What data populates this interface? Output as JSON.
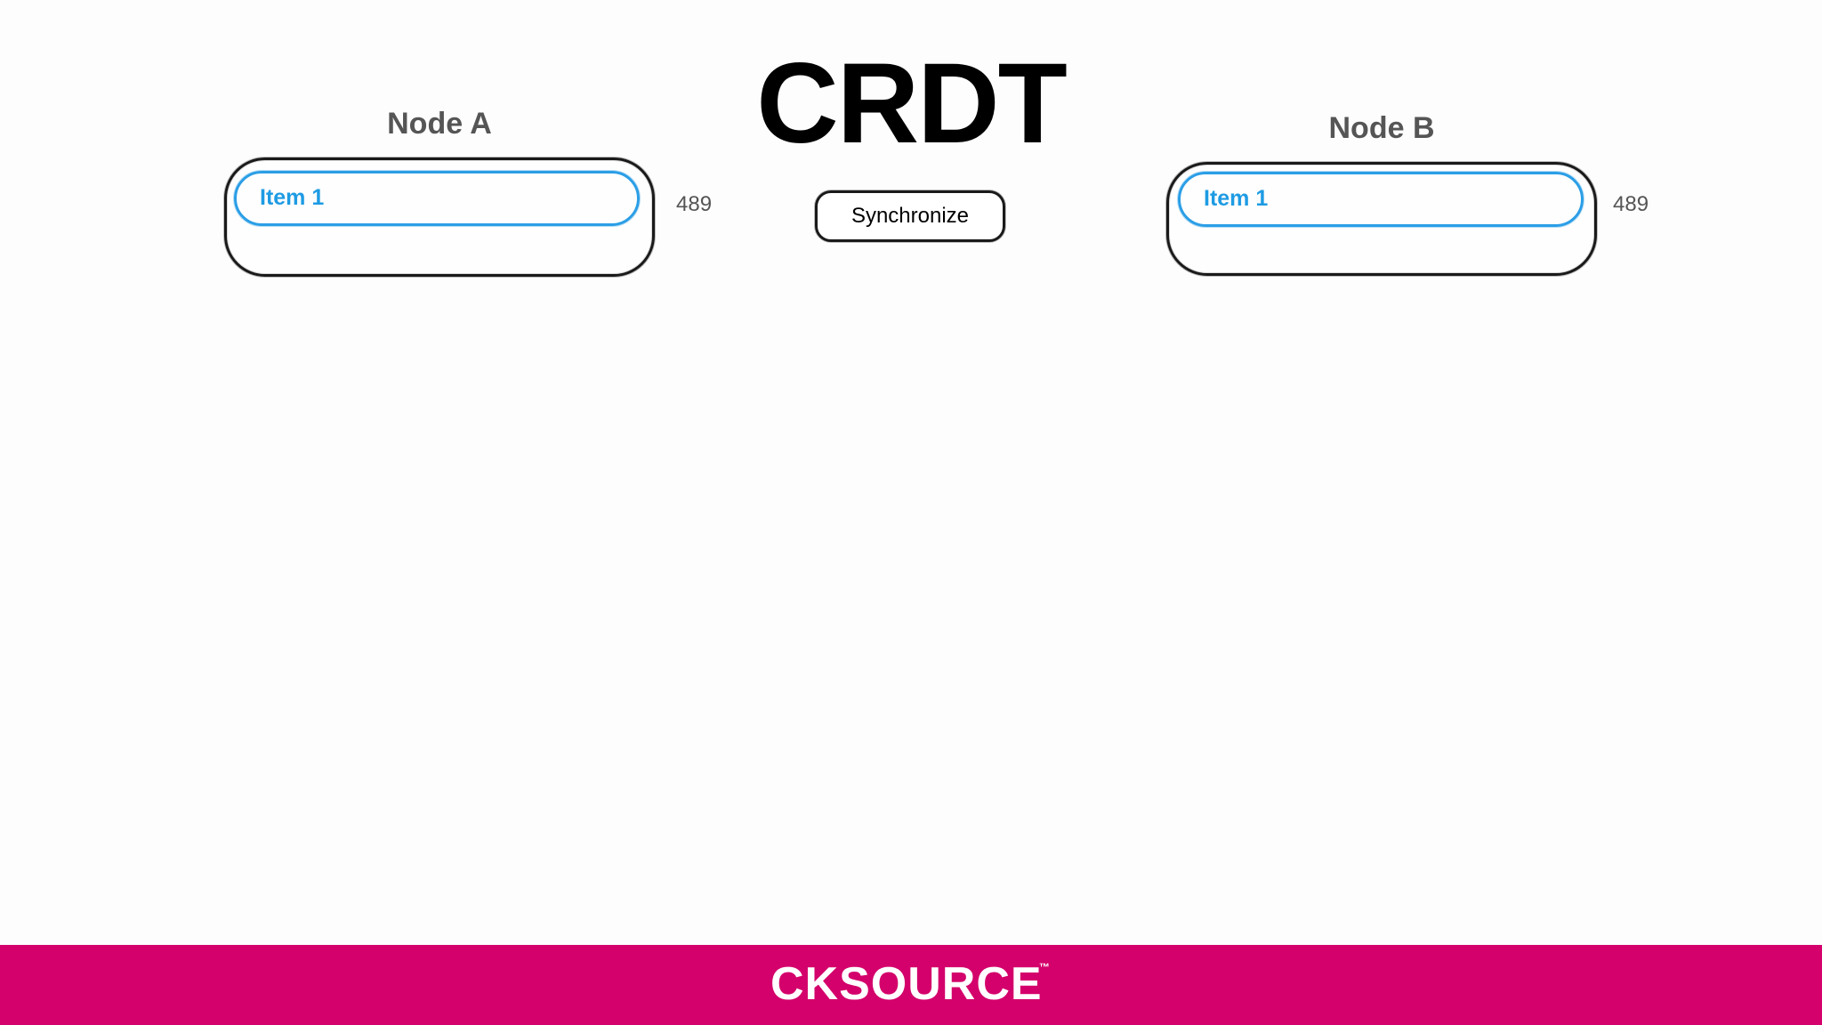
{
  "title": "CRDT",
  "sync_button_label": "Synchronize",
  "nodes": [
    {
      "label": "Node A",
      "items": [
        {
          "label": "Item 1"
        }
      ],
      "counter": "489"
    },
    {
      "label": "Node B",
      "items": [
        {
          "label": "Item 1"
        }
      ],
      "counter": "489"
    }
  ],
  "footer": {
    "logo_text": "CKSOURCE",
    "logo_tm": "™"
  },
  "colors": {
    "item_border": "#2b9ee6",
    "item_text": "#1e9be3",
    "footer_bg": "#d4006b"
  }
}
